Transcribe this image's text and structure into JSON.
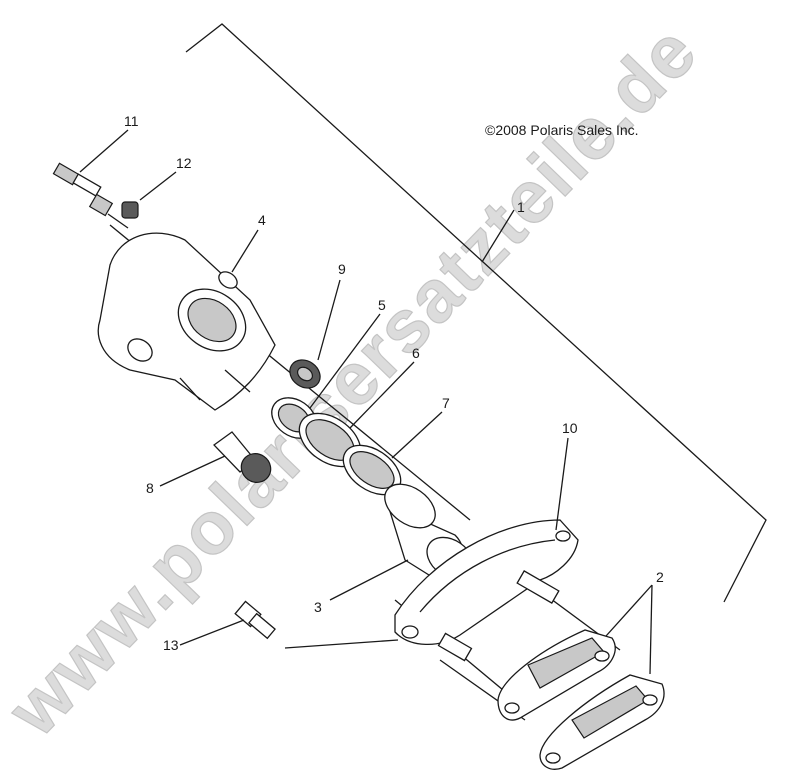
{
  "watermark": "www.polarisersatzteile.de",
  "copyright": "©2008 Polaris Sales Inc.",
  "callouts": [
    {
      "id": "1",
      "text": "1"
    },
    {
      "id": "2",
      "text": "2"
    },
    {
      "id": "3",
      "text": "3"
    },
    {
      "id": "4",
      "text": "4"
    },
    {
      "id": "5",
      "text": "5"
    },
    {
      "id": "6",
      "text": "6"
    },
    {
      "id": "7",
      "text": "7"
    },
    {
      "id": "8",
      "text": "8"
    },
    {
      "id": "9",
      "text": "9"
    },
    {
      "id": "10",
      "text": "10"
    },
    {
      "id": "11",
      "text": "11"
    },
    {
      "id": "12",
      "text": "12"
    },
    {
      "id": "13",
      "text": "13"
    }
  ],
  "colors": {
    "line": "#1a1a1a",
    "part_shade": "#c8c8c8",
    "watermark": "#dcdcdc"
  }
}
